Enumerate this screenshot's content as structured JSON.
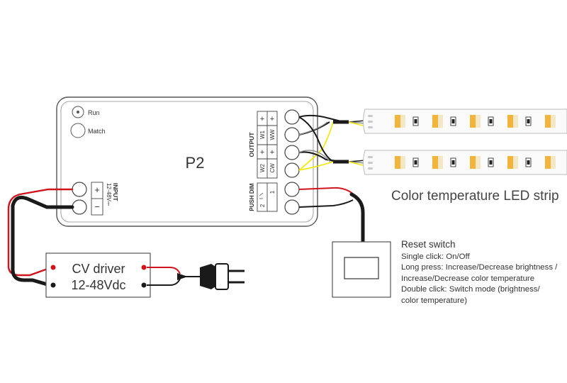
{
  "controller": {
    "model": "P2",
    "run_label": "Run",
    "match_label": "Match",
    "input_title": "INPUT",
    "input_voltage": "12-48V⎓",
    "input_plus": "+",
    "input_minus": "−",
    "output_title": "OUTPUT",
    "output_terms": [
      "+",
      "+",
      "W1",
      "WW",
      "+",
      "+",
      "W2",
      "CW"
    ],
    "push_dim_title": "PUSH DIM",
    "push_dim_terms": [
      "1",
      "2"
    ]
  },
  "driver": {
    "line1": "CV driver",
    "line2": "12-48Vdc"
  },
  "strip_label": "Color temperature LED strip",
  "reset": {
    "title": "Reset switch",
    "lines": [
      "Single click: On/Off",
      "Long press: Increase/Decrease brightness /",
      "Increase/Decrease color temperature",
      "Double click: Switch mode (brightness/",
      "color temperature)"
    ]
  },
  "colors": {
    "wire_black": "#1a1a1a",
    "wire_red": "#d0141c",
    "wire_yellow": "#f2e600",
    "wire_grey": "#8c8c8c",
    "led_warm": "#f3b43c",
    "led_cool": "#f4e7c6",
    "outline": "#555555"
  }
}
